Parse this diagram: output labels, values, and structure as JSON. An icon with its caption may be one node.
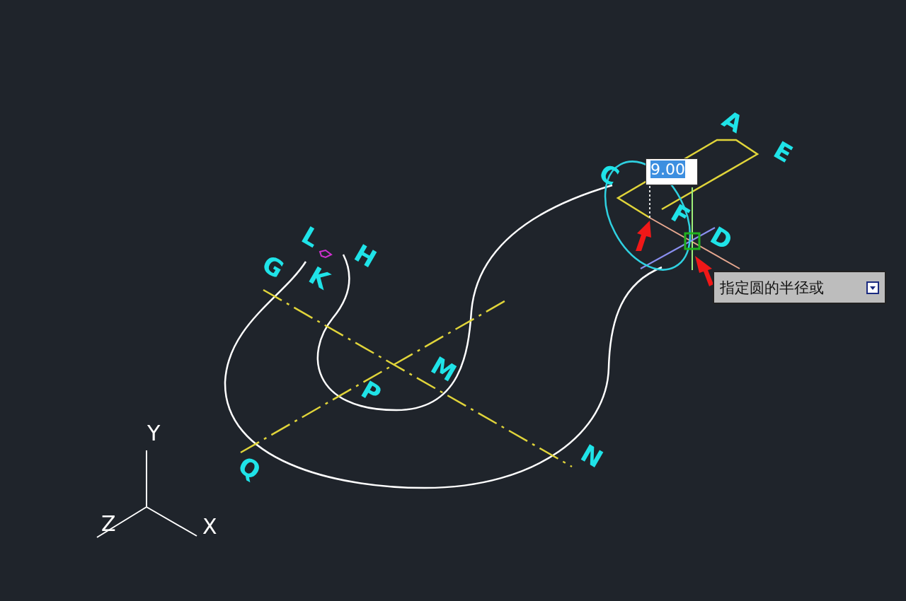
{
  "diagram": {
    "labels": [
      "A",
      "E",
      "C",
      "9.00",
      "F",
      "D",
      "指定圆的半径或",
      "L",
      "H",
      "G",
      "K",
      "M",
      "P",
      "N",
      "Q",
      "Y",
      "Z",
      "X"
    ]
  }
}
